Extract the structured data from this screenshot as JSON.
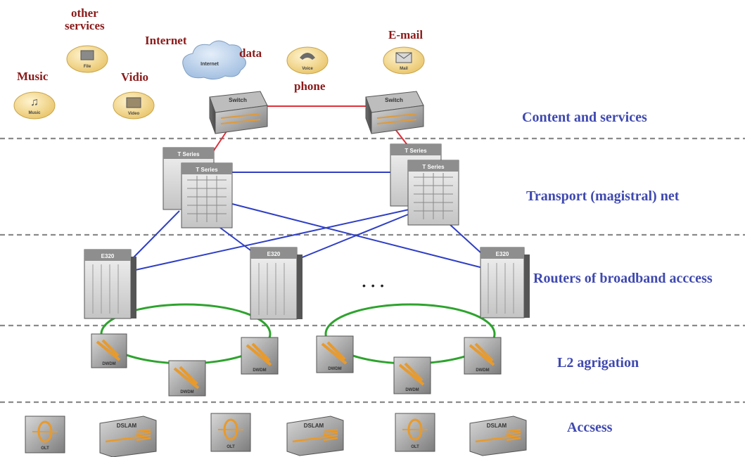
{
  "service_labels": {
    "other_services": "other\nservices",
    "internet": "Internet",
    "data": "data",
    "e_mail": "E-mail",
    "music": "Music",
    "vidio": "Vidio",
    "phone": "phone"
  },
  "icon_labels": {
    "file": "File",
    "internet_cloud": "Internet",
    "voice": "Voice",
    "mail": "Mail",
    "music": "Music",
    "video": "Video",
    "switch": "Switch",
    "t_series": "T Series",
    "e320": "E320",
    "dwdm": "DWDM",
    "olt": "OLT",
    "dslam": "DSLAM"
  },
  "layers": [
    "Content and services",
    "Transport (magistral) net",
    "Routers of broadband acccess",
    "L2 agrigation",
    "Accsess"
  ],
  "ellipsis": "• • •",
  "colors": {
    "label_red": "#8b1a1a",
    "layer_blue": "#3f49b0",
    "link_red": "#e0303a",
    "link_blue": "#2f3fc4",
    "ring_green": "#2ea32e",
    "service_disc": "#f4d88c",
    "cloud": "#bcd3ea",
    "device_gray": "#9a9a9a",
    "dwdm_orange": "#e89a2c"
  }
}
